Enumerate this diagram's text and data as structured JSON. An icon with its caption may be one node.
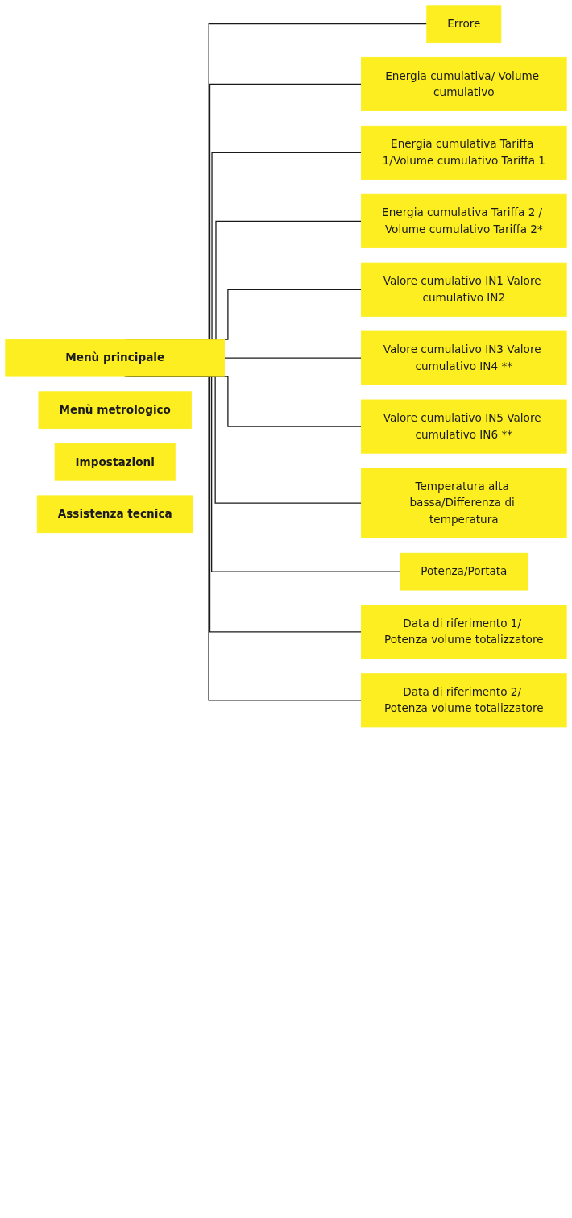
{
  "diagram": {
    "nodes": [
      {
        "text": [
          "Menù principale"
        ]
      },
      {
        "text": [
          "Menù metrologico"
        ]
      },
      {
        "text": [
          "Impostazioni"
        ]
      },
      {
        "text": [
          "Assistenza tecnica"
        ]
      },
      {
        "text": [
          "Errore"
        ]
      },
      {
        "text": [
          "Energia cumulativa/ Volume cumulativo"
        ]
      },
      {
        "text": [
          "Energia cumulativa Tariffa 1/Volume cumulativo Tariffa 1"
        ]
      },
      {
        "text": [
          "Energia cumulativa Tariffa 2 / Volume cumulativo Tariffa 2*"
        ]
      },
      {
        "text": [
          "Valore cumulativo IN1 Valore cumulativo IN2"
        ]
      },
      {
        "text": [
          "Valore cumulativo IN3 Valore cumulativo IN4 **"
        ]
      },
      {
        "text": [
          "Valore cumulativo IN5 Valore cumulativo IN6 **"
        ]
      },
      {
        "text": [
          "Temperatura alta bassa/Differenza di temperatura"
        ]
      },
      {
        "text": [
          "Potenza/Portata"
        ]
      },
      {
        "text": [
          "Data di riferimento 1/ Potenza volume totalizzatore"
        ]
      },
      {
        "text": [
          "Data di riferimento 2/ Potenza volume totalizzatore"
        ]
      }
    ],
    "edges": [
      {
        "from": 0,
        "to": 4,
        "arrow": "none"
      },
      {
        "from": 0,
        "to": 5,
        "arrow": "none"
      },
      {
        "from": 0,
        "to": 6,
        "arrow": "none"
      },
      {
        "from": 0,
        "to": 7,
        "arrow": "none"
      },
      {
        "from": 0,
        "to": 8,
        "arrow": "none"
      },
      {
        "from": 0,
        "to": 9,
        "arrow": "none"
      },
      {
        "from": 0,
        "to": 10,
        "arrow": "none"
      },
      {
        "from": 0,
        "to": 11,
        "arrow": "none"
      },
      {
        "from": 0,
        "to": 12,
        "arrow": "none"
      },
      {
        "from": 0,
        "to": 13,
        "arrow": "none"
      },
      {
        "from": 0,
        "to": 14,
        "arrow": "none"
      }
    ]
  }
}
